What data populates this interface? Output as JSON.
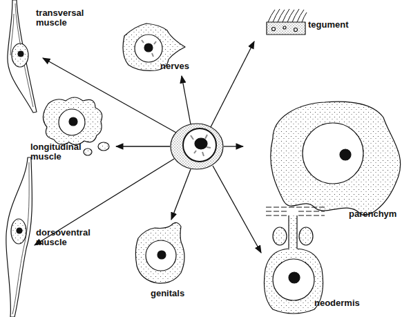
{
  "diagram": {
    "nodes": [
      {
        "text": [
          "transversal muscle"
        ]
      },
      {
        "text": [
          "nerves"
        ]
      },
      {
        "text": [
          "tegument"
        ]
      },
      {
        "text": [
          "longitudinal muscle"
        ]
      },
      {
        "text": [
          "parenchym"
        ]
      },
      {
        "text": [
          "dorsoventral muscle"
        ]
      },
      {
        "text": [
          "genitals"
        ]
      },
      {
        "text": [
          "neodermis"
        ]
      }
    ]
  }
}
